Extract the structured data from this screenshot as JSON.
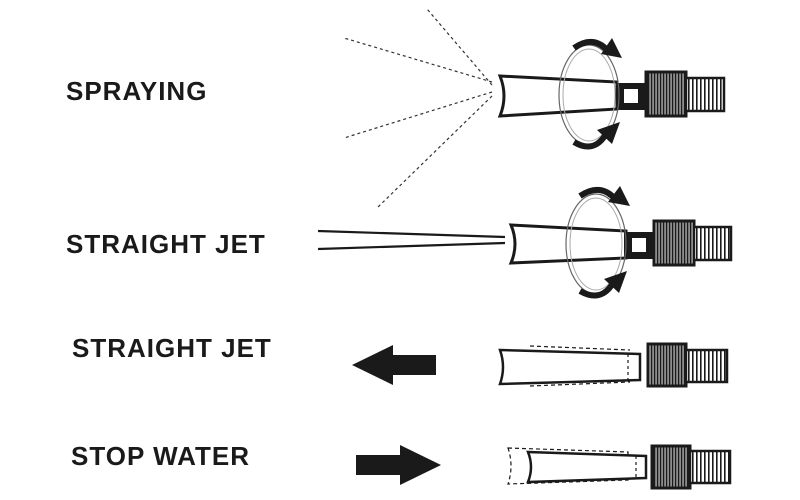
{
  "labels": {
    "spraying": "SPRAYING",
    "straight_jet_rotate": "STRAIGHT JET",
    "straight_jet_push": "STRAIGHT JET",
    "stop_water": "STOP WATER"
  },
  "colors": {
    "ink": "#1a1a1a",
    "background": "#ffffff"
  },
  "icons": {
    "rotate": "rotate-arrows-icon",
    "push": "arrow-left-icon",
    "pull": "arrow-right-icon"
  }
}
